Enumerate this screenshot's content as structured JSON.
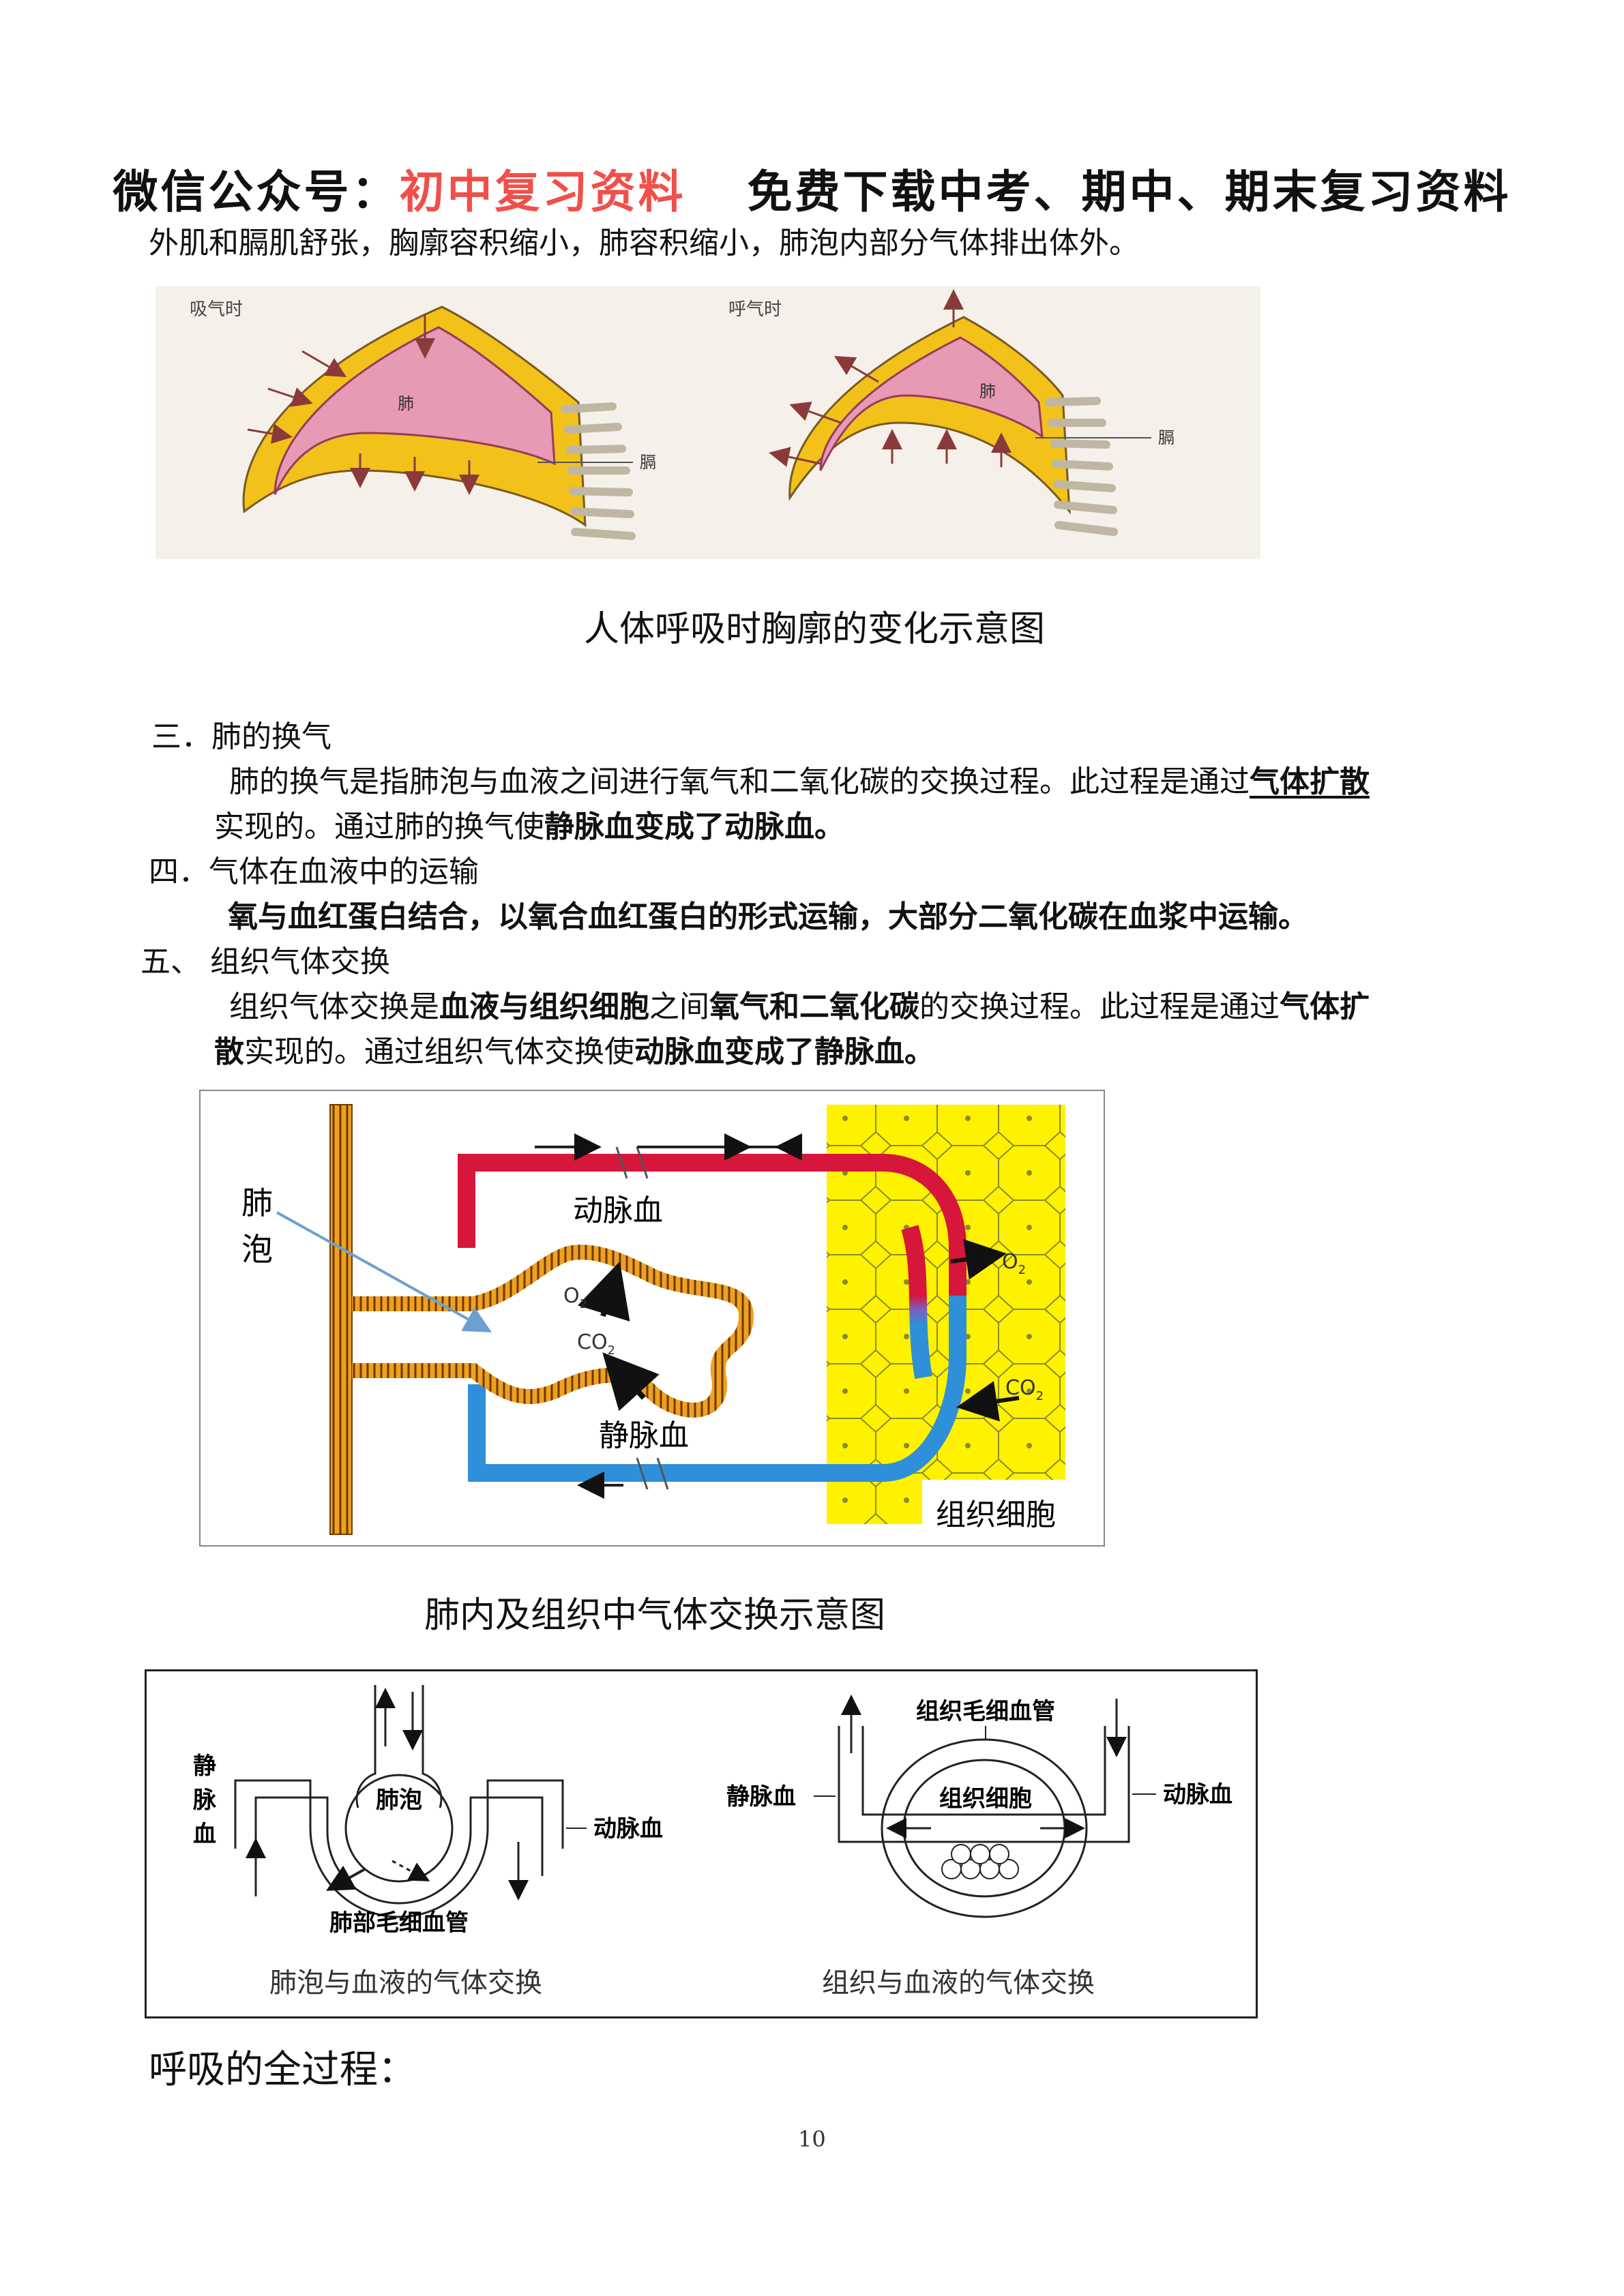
{
  "banner": {
    "part1": "微信公众号：",
    "part2": "初中复习资料",
    "part3": "免费下载中考、期中、期末复习资料"
  },
  "intro_line": "外肌和膈肌舒张，胸廓容积缩小，肺容积缩小，肺泡内部分气体排出体外。",
  "figure1": {
    "inhale_label": "吸气时",
    "exhale_label": "呼气时",
    "lung_label": "肺",
    "diaphragm_label": "膈",
    "caption": "人体呼吸时胸廓的变化示意图"
  },
  "section3": {
    "heading": "三．肺的换气",
    "p1_a": "肺的换气是指肺泡与血液之间进行氧气和二氧化碳的交换过程。此过程是通过",
    "p1_b": "气体扩散",
    "p2_a": "实现的。通过肺的换气使",
    "p2_b": "静脉血变成了动脉血。"
  },
  "section4": {
    "heading": "四．气体在血液中的运输",
    "body": "氧与血红蛋白结合，以氧合血红蛋白的形式运输，大部分二氧化碳在血浆中运输。"
  },
  "section5": {
    "heading": "五、  组织气体交换",
    "l1_a": "组织气体交换是",
    "l1_b": "血液与组织细胞",
    "l1_c": "之间",
    "l1_d": "氧气和二氧化碳",
    "l1_e": "的交换过程。此过程是通过",
    "l1_f": "气体扩",
    "l2_a": "散",
    "l2_b": "实现的。通过组织气体交换使",
    "l2_c": "动脉血变成了静脉血。"
  },
  "figure2": {
    "alveolus_1": "肺",
    "alveolus_2": "泡",
    "artery": "动脉血",
    "vein": "静脉血",
    "o2": "O",
    "co2": "CO",
    "sub2": "2",
    "tissue": "组织细胞",
    "caption": "肺内及组织中气体交换示意图"
  },
  "figure3": {
    "vein_chars": [
      "静",
      "脉",
      "血"
    ],
    "alveolus": "肺泡",
    "artery_left": "动脉血",
    "lung_capillary": "肺部毛细血管",
    "caption_left": "肺泡与血液的气体交换",
    "tissue_capillary": "组织毛细血管",
    "vein_right": "静脉血",
    "tissue_cell": "组织细胞",
    "artery_right": "动脉血",
    "caption_right": "组织与血液的气体交换"
  },
  "closing": "呼吸的全过程：",
  "page_number": "10",
  "colors": {
    "banner_red": "#f0504a",
    "artery_red": "#d6163a",
    "vein_blue": "#2f8fd8",
    "lung_pink": "#e69ab4",
    "rib_yellow": "#f2c21a",
    "cell_yellow": "#fff200",
    "alveolus_orange": "#f0a020"
  }
}
